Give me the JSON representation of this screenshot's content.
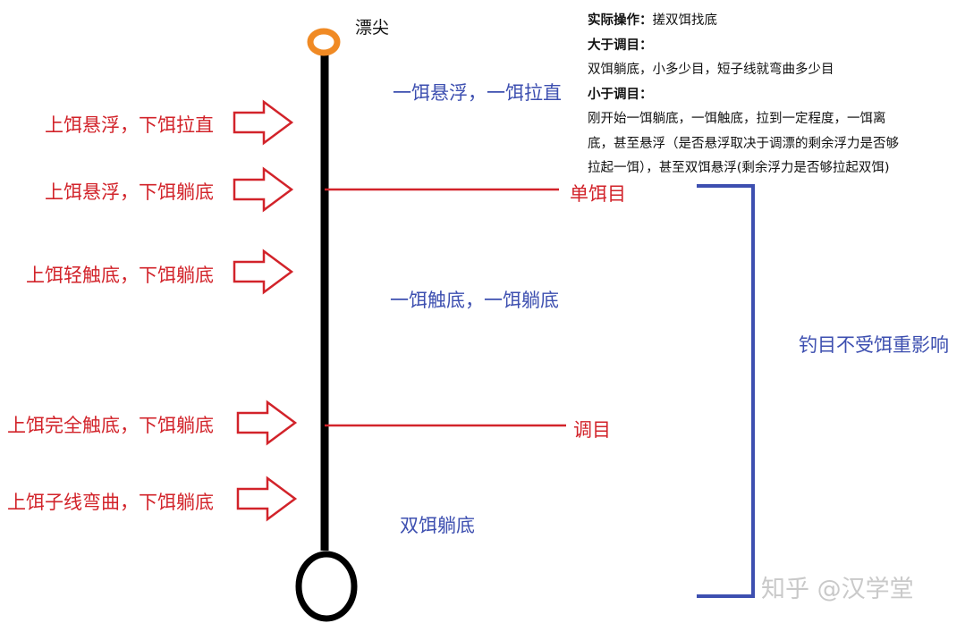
{
  "float_tip_label": "漂尖",
  "left_labels": [
    "上饵悬浮，下饵拉直",
    "上饵悬浮，下饵躺底",
    "上饵轻触底，下饵躺底",
    "上饵完全触底，下饵躺底",
    "上饵子线弯曲，下饵躺底"
  ],
  "right_labels": {
    "single_bait_mark": "单饵目",
    "tuning_mark": "调目"
  },
  "zone_labels": {
    "top": "一饵悬浮，一饵拉直",
    "middle": "一饵触底，一饵躺底",
    "bottom": "双饵躺底"
  },
  "bracket_label": "钓目不受饵重影响",
  "notes": {
    "actual_label": "实际操作：",
    "actual_text": "搓双饵找底",
    "greater_label": "大于调目：",
    "greater_text": "双饵躺底，小多少目，短子线就弯曲多少目",
    "less_label": "小于调目：",
    "less_lines": [
      "刚开始一饵躺底，一饵触底，拉到一定程度，一饵离",
      "底，甚至悬浮（是否悬浮取决于调漂的剩余浮力是否够",
      "拉起一饵），甚至双饵悬浮(剩余浮力是否够拉起双饵)"
    ]
  },
  "watermark": "知乎 @汉学堂",
  "colors": {
    "red": "#d2232a",
    "blue": "#3d4fb0",
    "float_tip": "#f08a24",
    "float_body": "#000000"
  }
}
